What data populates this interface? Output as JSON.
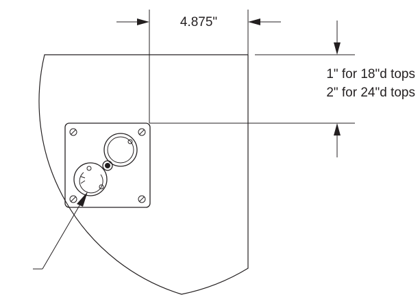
{
  "dimensions": {
    "width_label": "4.875\"",
    "offset_label_line1": "1\" for 18\"d tops",
    "offset_label_line2": "2\" for 24\"d tops"
  }
}
